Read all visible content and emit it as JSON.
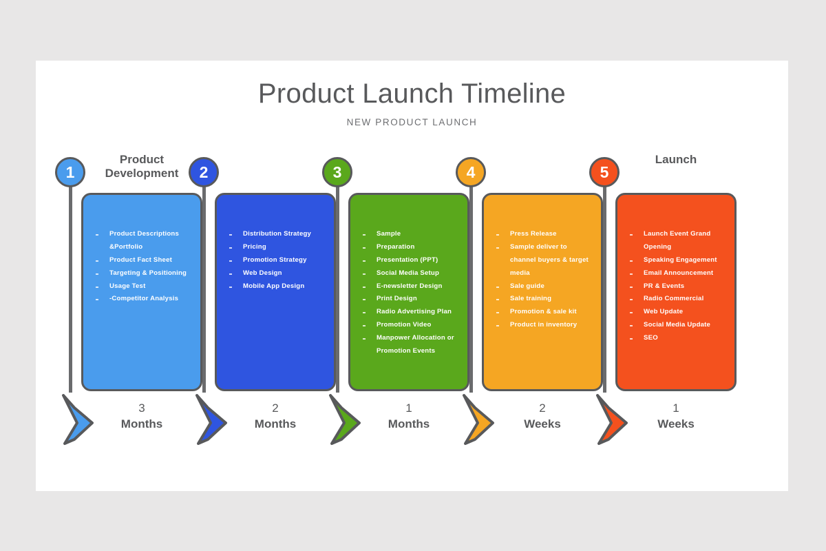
{
  "slide": {
    "title": "Product Launch Timeline",
    "subtitle": "NEW PRODUCT LAUNCH",
    "background_color": "#e8e7e7",
    "panel_color": "#ffffff",
    "outline_color": "#58595b"
  },
  "chart_data": {
    "type": "table",
    "title": "Product Launch Timeline",
    "subtitle": "NEW PRODUCT LAUNCH",
    "categories": [
      "1",
      "2",
      "3",
      "4",
      "5"
    ],
    "series": [
      {
        "name": "duration_value",
        "values": [
          3,
          2,
          1,
          2,
          1
        ]
      },
      {
        "name": "duration_unit",
        "values": [
          "Months",
          "Months",
          "Months",
          "Weeks",
          "Weeks"
        ]
      }
    ],
    "legend_position": "none",
    "grid": false
  },
  "phases": [
    {
      "number": "1",
      "header": "Product\nDevelopment",
      "header_line1": "Product",
      "header_line2": "Development",
      "color": "#4a9ced",
      "duration_value": "3",
      "duration_unit": "Months",
      "items": [
        {
          "text": "Product Descriptions",
          "cont": false
        },
        {
          "text": "&Portfolio",
          "cont": true
        },
        {
          "text": "Product Fact Sheet",
          "cont": false
        },
        {
          "text": "Targeting  & Positioning",
          "cont": false
        },
        {
          "text": "Usage Test",
          "cont": false
        },
        {
          "text": "-Competitor  Analysis",
          "cont": false
        }
      ]
    },
    {
      "number": "2",
      "header": "",
      "header_line1": "",
      "header_line2": "",
      "color": "#2f55e0",
      "duration_value": "2",
      "duration_unit": "Months",
      "items": [
        {
          "text": "Distribution  Strategy",
          "cont": false
        },
        {
          "text": "Pricing",
          "cont": false
        },
        {
          "text": "Promotion  Strategy",
          "cont": false
        },
        {
          "text": "Web Design",
          "cont": false
        },
        {
          "text": "Mobile  App Design",
          "cont": false
        }
      ]
    },
    {
      "number": "3",
      "header": "",
      "header_line1": "",
      "header_line2": "",
      "color": "#5aa81c",
      "duration_value": "1",
      "duration_unit": "Months",
      "items": [
        {
          "text": "Sample",
          "cont": false
        },
        {
          "text": "Preparation",
          "cont": false
        },
        {
          "text": "Presentation (PPT)",
          "cont": false
        },
        {
          "text": "Social Media  Setup",
          "cont": false
        },
        {
          "text": "E-newsletter  Design",
          "cont": false
        },
        {
          "text": "Print Design",
          "cont": false
        },
        {
          "text": "Radio Advertising  Plan",
          "cont": false
        },
        {
          "text": "Promotion  Video",
          "cont": false
        },
        {
          "text": "Manpower Allocation  or",
          "cont": false
        },
        {
          "text": "Promotion  Events",
          "cont": true
        }
      ]
    },
    {
      "number": "4",
      "header": "",
      "header_line1": "",
      "header_line2": "",
      "color": "#f5a623",
      "duration_value": "2",
      "duration_unit": "Weeks",
      "items": [
        {
          "text": "Press Release",
          "cont": false
        },
        {
          "text": "Sample deliver to",
          "cont": false
        },
        {
          "text": "channel buyers & target",
          "cont": true
        },
        {
          "text": "media",
          "cont": true
        },
        {
          "text": "Sale guide",
          "cont": false
        },
        {
          "text": "Sale training",
          "cont": false
        },
        {
          "text": "Promotion  & sale kit",
          "cont": false
        },
        {
          "text": "Product in inventory",
          "cont": false
        }
      ]
    },
    {
      "number": "5",
      "header": "Launch",
      "header_line1": "Launch",
      "header_line2": "",
      "color": "#f4511e",
      "duration_value": "1",
      "duration_unit": "Weeks",
      "items": [
        {
          "text": "Launch Event Grand",
          "cont": false
        },
        {
          "text": "Opening",
          "cont": true
        },
        {
          "text": "Speaking Engagement",
          "cont": false
        },
        {
          "text": "Email  Announcement",
          "cont": false
        },
        {
          "text": "PR & Events",
          "cont": false
        },
        {
          "text": "Radio Commercial",
          "cont": false
        },
        {
          "text": "Web Update",
          "cont": false
        },
        {
          "text": "Social Media Update",
          "cont": false
        },
        {
          "text": "SEO",
          "cont": false
        }
      ]
    }
  ]
}
